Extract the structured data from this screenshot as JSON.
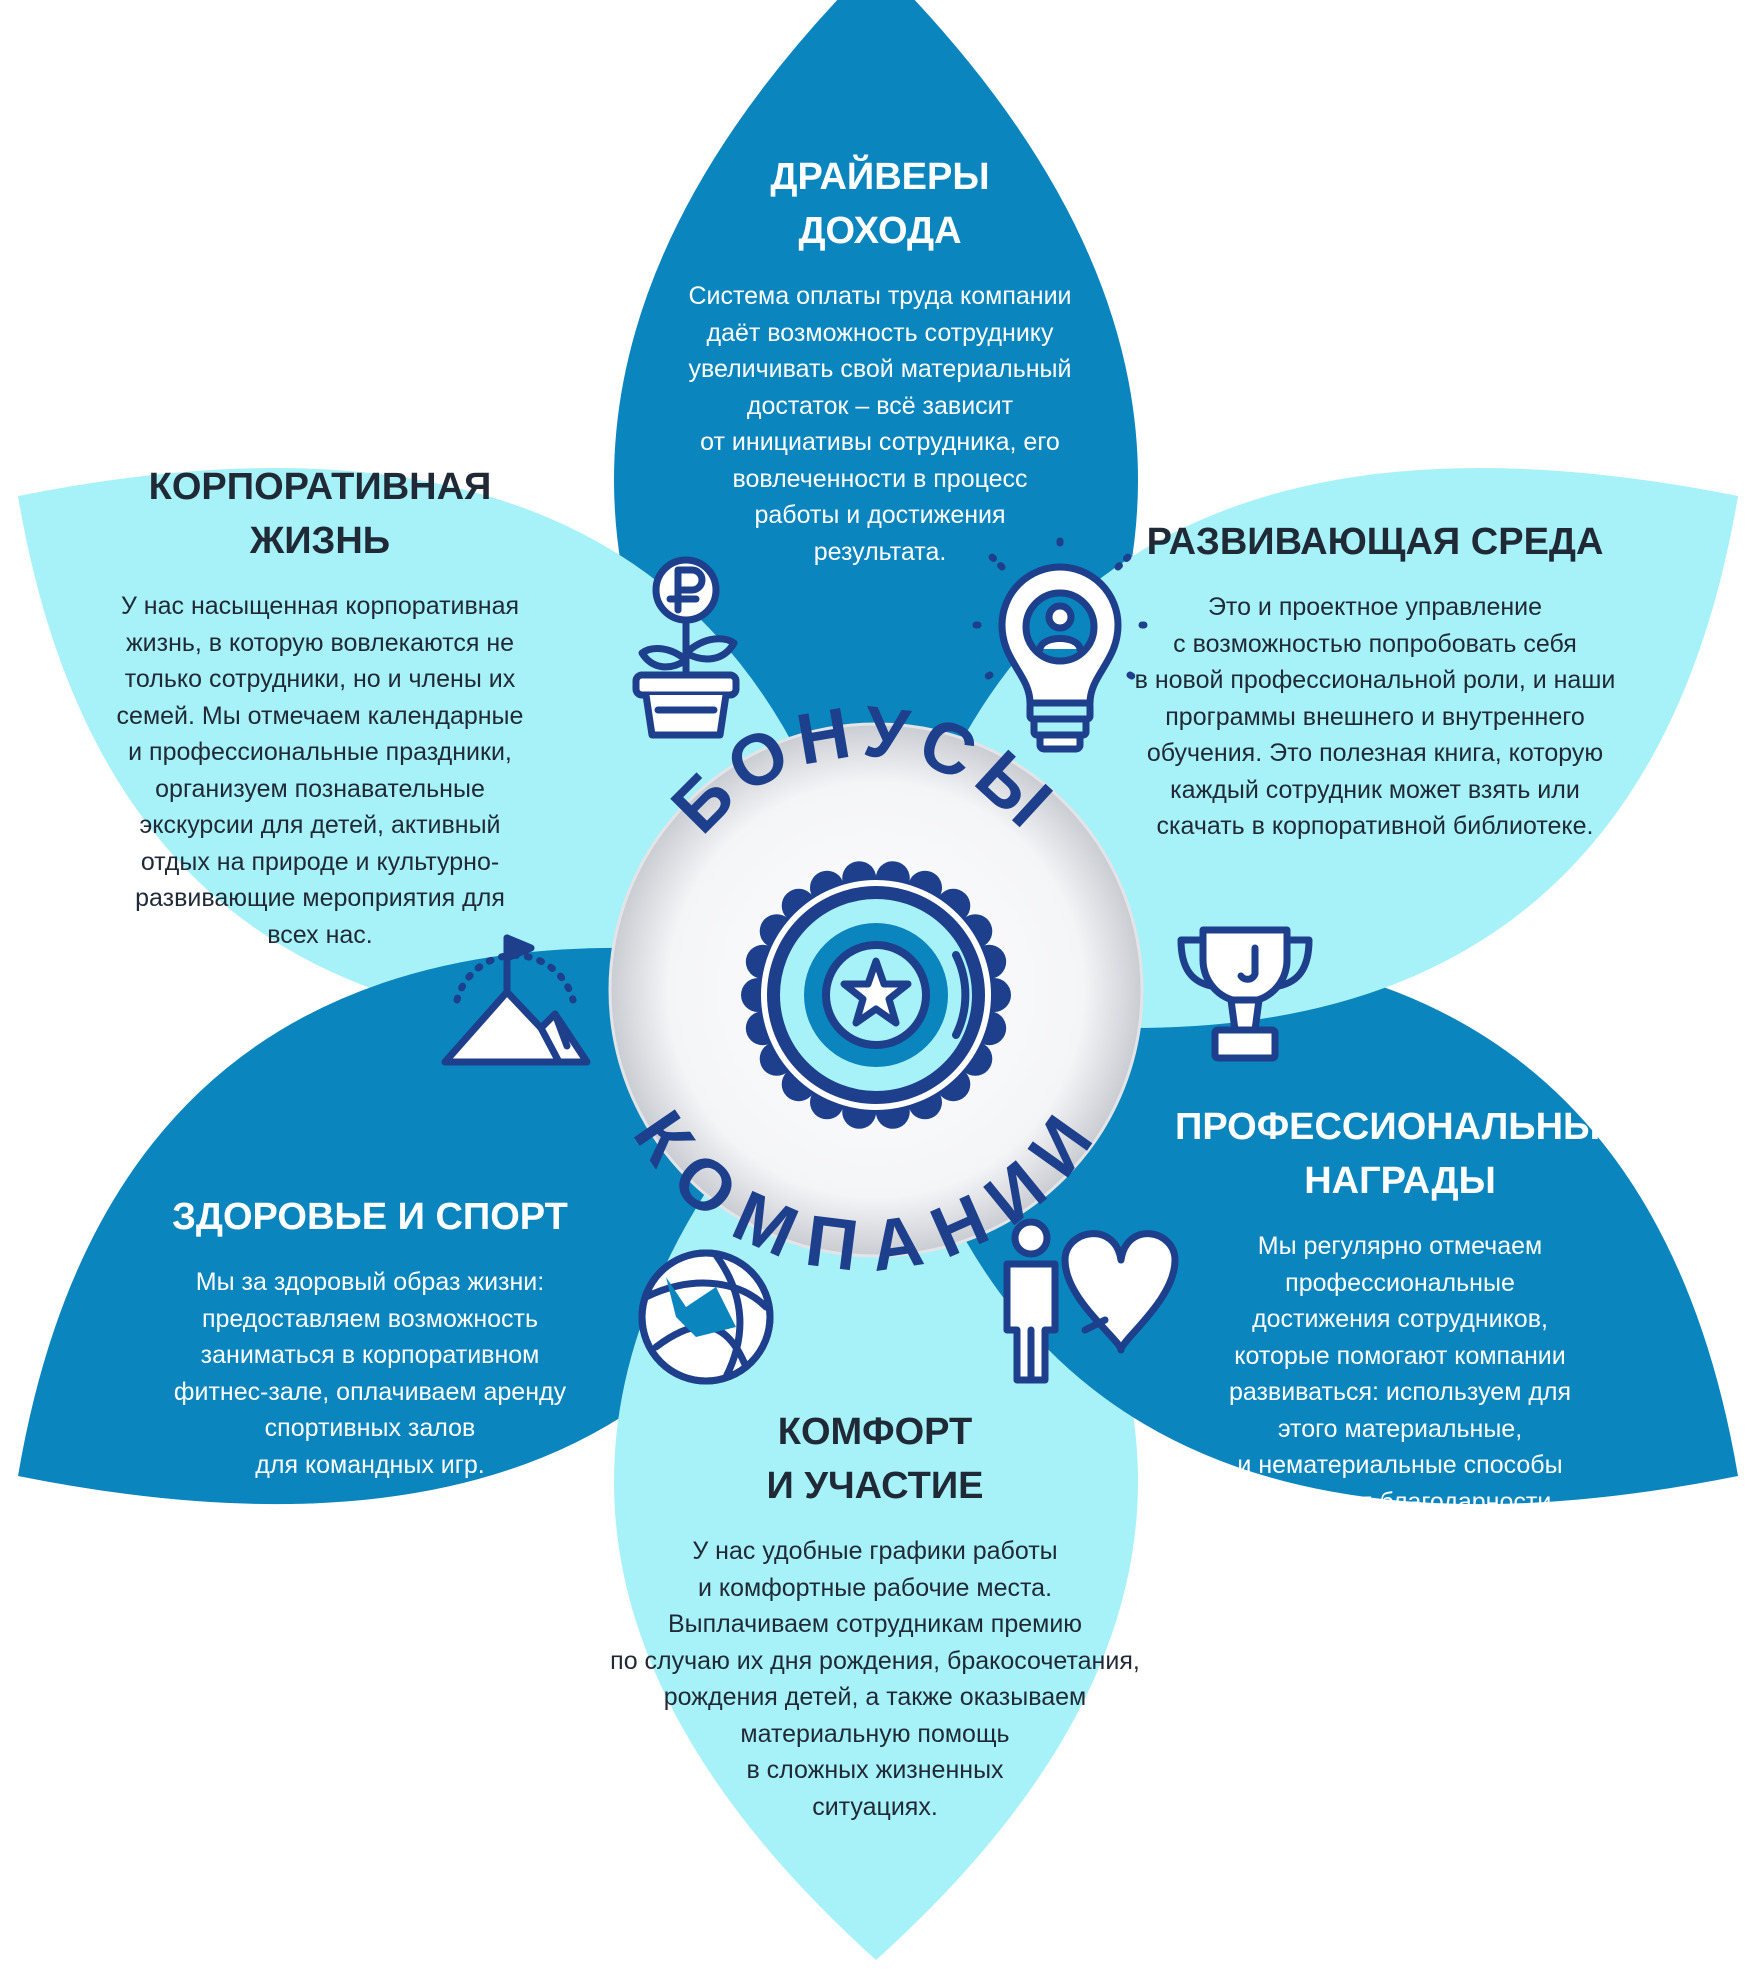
{
  "center": {
    "top_word": "БОНУСЫ",
    "bottom_word": "КОМПАНИИ"
  },
  "colors": {
    "dark_petal": "#0a85bd",
    "light_petal": "#a7f1f8",
    "navy": "#1d3f8c",
    "text_dark": "#1f2a36",
    "text_light": "#ffffff"
  },
  "sections": {
    "income": {
      "title": "ДРАЙВЕРЫ\nДОХОДА",
      "text": "Система оплаты труда компании\nдаёт возможность сотруднику\nувеличивать свой материальный\nдостаток – всё зависит\nот инициативы сотрудника, его\nвовлеченности в процесс\nработы и достижения\nрезультата.",
      "icon": "ruble-plant-icon"
    },
    "corporate": {
      "title": "КОРПОРАТИВНАЯ\nЖИЗНЬ",
      "text": "У нас насыщенная корпоративная\nжизнь, в которую вовлекаются не\nтолько сотрудники, но и члены их\nсемей. Мы отмечаем календарные\nи профессиональные праздники,\nорганизуем познавательные\nэкскурсии для детей, активный\nотдых на природе и культурно-\nразвивающие мероприятия для\nвсех нас.",
      "icon": "mountain-flag-icon"
    },
    "development": {
      "title": "РАЗВИВАЮЩАЯ СРЕДА",
      "text": "Это и проектное управление\nс возможностью попробовать себя\nв новой профессиональной роли, и наши\nпрограммы внешнего и внутреннего\nобучения. Это полезная книга, которую\nкаждый сотрудник может взять или\nскачать в корпоративной библиотеке.",
      "icon": "lightbulb-person-icon"
    },
    "health": {
      "title": "ЗДОРОВЬЕ И СПОРТ",
      "text": "Мы за здоровый образ жизни:\nпредоставляем возможность\nзаниматься в корпоративном\nфитнес-зале, оплачиваем аренду\nспортивных залов\nдля командных игр.",
      "icon": "volleyball-icon"
    },
    "awards": {
      "title": "ПРОФЕССИОНАЛЬНЫЕ\nНАГРАДЫ",
      "text": "Мы регулярно отмечаем\nпрофессиональные\nдостижения сотрудников,\nкоторые помогают компании\nразвиваться: используем для\nэтого материальные,\nи нематериальные способы\nвыражения благодарности.",
      "icon": "trophy-icon"
    },
    "comfort": {
      "title": "КОМФОРТ\nИ УЧАСТИЕ",
      "text": "У нас удобные графики работы\nи комфортные рабочие места.\nВыплачиваем сотрудникам премию\nпо случаю их дня рождения, бракосочетания,\nрождения детей, а также оказываем\nматериальную помощь\nв сложных жизненных\nситуациях.",
      "icon": "person-heart-icon"
    }
  }
}
